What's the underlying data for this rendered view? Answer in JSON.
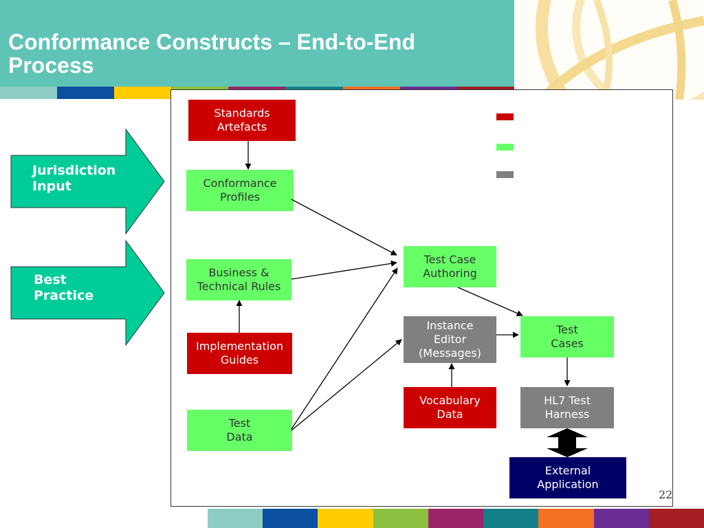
{
  "slide": {
    "title": "Conformance Constructs – End-to-End Process",
    "page_number": "22"
  },
  "colors": {
    "header_teal": "#5fc4b6",
    "green": "#66ff66",
    "red": "#cc0000",
    "grey": "#808080",
    "navy": "#000066",
    "arrow_fill": "#00cc99"
  },
  "stripe_colors": [
    "#8ecdc4",
    "#0a4fa0",
    "#ffcc00",
    "#8cbf3f",
    "#9a2468",
    "#138089",
    "#f36f24",
    "#6b2c91",
    "#a51e22"
  ],
  "inputs": {
    "jurisdiction": "Jurisdiction\nInput",
    "best_practice": "Best\nPractice"
  },
  "nodes": {
    "standards_artefacts": "Standards\nArtefacts",
    "conformance_profiles": "Conformance\nProfiles",
    "business_technical_rules": "Business &\nTechnical Rules",
    "implementation_guides": "Implementation\nGuides",
    "test_data": "Test\nData",
    "test_case_authoring": "Test Case\nAuthoring",
    "instance_editor": "Instance\nEditor\n(Messages)",
    "vocabulary_data": "Vocabulary\nData",
    "test_cases": "Test\nCases",
    "hl7_test_harness": "HL7 Test\nHarness",
    "external_application": "External\nApplication"
  },
  "legend": [
    "red-swatch",
    "green-swatch",
    "grey-swatch"
  ]
}
